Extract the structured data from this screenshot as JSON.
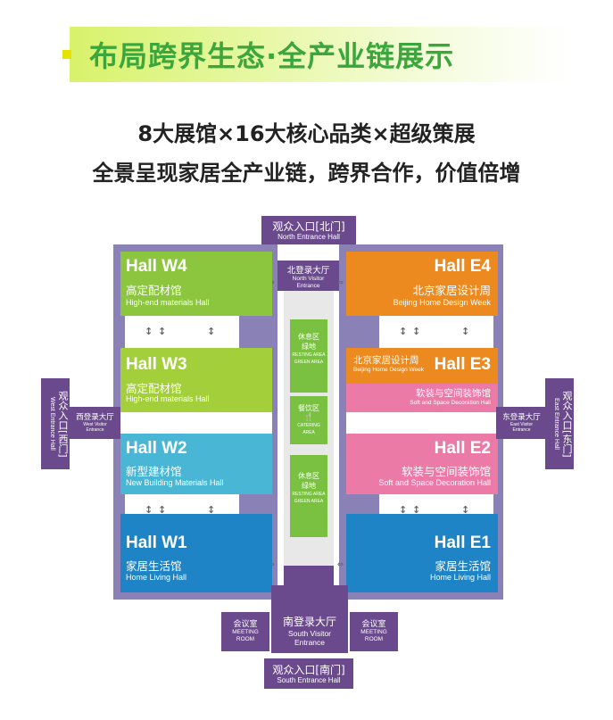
{
  "header": {
    "title": "布局跨界生态·全产业链展示",
    "line1": "8大展馆×16大核心品类×超级策展",
    "line2": "全景呈现家居全产业链，跨界合作，价值倍增"
  },
  "halls": {
    "w4": {
      "name": "Hall W4",
      "cn": "高定配材馆",
      "en": "High-end materials Hall"
    },
    "w3": {
      "name": "Hall W3",
      "cn": "高定配材馆",
      "en": "High-end materials Hall"
    },
    "w2": {
      "name": "Hall W2",
      "cn": "新型建材馆",
      "en": "New Building Materials Hall"
    },
    "w1": {
      "name": "Hall W1",
      "cn": "家居生活馆",
      "en": "Home Living Hall"
    },
    "e4": {
      "name": "Hall E4",
      "cn": "北京家居设计周",
      "en": "Beijing Home Design Week"
    },
    "e3": {
      "name": "Hall E3",
      "cn": "北京家居设计周",
      "en": "Beijing Home Design Week"
    },
    "e3b": {
      "cn": "软装与空间装饰馆",
      "en": "Soft and Space Decoration Hall"
    },
    "e2": {
      "name": "Hall E2",
      "cn": "软装与空间装饰馆",
      "en": "Soft and Space Decoration Hall"
    },
    "e1": {
      "name": "Hall E1",
      "cn": "家居生活馆",
      "en": "Home Living Hall"
    }
  },
  "entrances": {
    "north": {
      "cn": "观众入口[北门]",
      "en": "North Entrance Hall"
    },
    "north_visitor": {
      "cn": "北登录大厅",
      "en1": "North Visitor",
      "en2": "Entrance"
    },
    "south": {
      "cn": "观众入口[南门]",
      "en": "South Entrance Hall"
    },
    "south_visitor": {
      "cn": "南登录大厅",
      "en1": "South Visitor",
      "en2": "Entrance"
    },
    "west": {
      "cn": "观众入口[西门]",
      "en": "West Entrance Hall"
    },
    "west_visitor": {
      "cn": "西登录大厅",
      "en1": "West Visitor",
      "en2": "Entrance"
    },
    "east": {
      "cn": "观众入口[东门]",
      "en": "East Entrance Hall"
    },
    "east_visitor": {
      "cn": "东登录大厅",
      "en1": "East Visitor",
      "en2": "Entrance"
    },
    "meeting_left": {
      "cn": "会议室",
      "en1": "MEETING",
      "en2": "ROOM"
    },
    "meeting_right": {
      "cn": "会议室",
      "en1": "MEETING",
      "en2": "ROOM"
    }
  },
  "center": {
    "rest_top": {
      "cn1": "休息区",
      "cn2": "绿地",
      "en1": "RESTING AREA",
      "en2": "GREEN AREA"
    },
    "catering": {
      "cn": "餐饮区",
      "en1": "CATERING",
      "en2": "AREA"
    },
    "rest_bottom": {
      "cn1": "休息区",
      "cn2": "绿地",
      "en1": "RESTING AREA",
      "en2": "GREEN AREA"
    }
  },
  "corridor_arrow": "↕  ↕",
  "colors": {
    "green_title": "#3aa63c",
    "hall_green": "#8cc63f",
    "hall_lightgreen": "#a3cf3a",
    "hall_teal": "#49b6d6",
    "hall_blue": "#1f84c6",
    "hall_orange": "#ec8a1f",
    "hall_pink": "#ec7aa6",
    "entrance_purple": "#6a4a8c"
  }
}
